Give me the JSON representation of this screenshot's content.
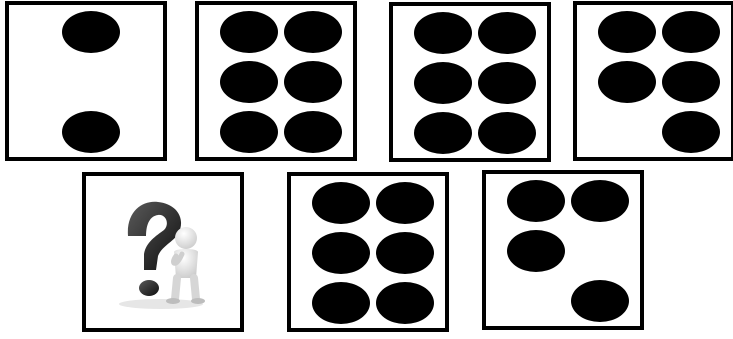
{
  "puzzle": {
    "type": "domino-pattern",
    "colors": {
      "card_border": "#000000",
      "pip": "#000000",
      "background": "#ffffff"
    },
    "row1": [
      {
        "id": "card-1",
        "pips": [
          "top-center",
          "bottom-center"
        ]
      },
      {
        "id": "card-2",
        "pips": [
          "top-left",
          "top-right",
          "mid-left",
          "mid-right",
          "bottom-left",
          "bottom-right"
        ]
      },
      {
        "id": "card-3",
        "pips": [
          "top-left",
          "top-right",
          "mid-left",
          "mid-right",
          "bottom-left",
          "bottom-right"
        ]
      },
      {
        "id": "card-4",
        "pips": [
          "top-left",
          "top-right",
          "mid-left",
          "mid-right",
          "bottom-right"
        ]
      }
    ],
    "row2": [
      {
        "id": "card-5",
        "unknown": true,
        "icon": "question-mark-figure-icon"
      },
      {
        "id": "card-6",
        "pips": [
          "top-left",
          "top-right",
          "mid-left",
          "mid-right",
          "bottom-left",
          "bottom-right"
        ]
      },
      {
        "id": "card-7",
        "pips": [
          "top-left",
          "top-right",
          "mid-left",
          "bottom-right"
        ]
      }
    ]
  }
}
